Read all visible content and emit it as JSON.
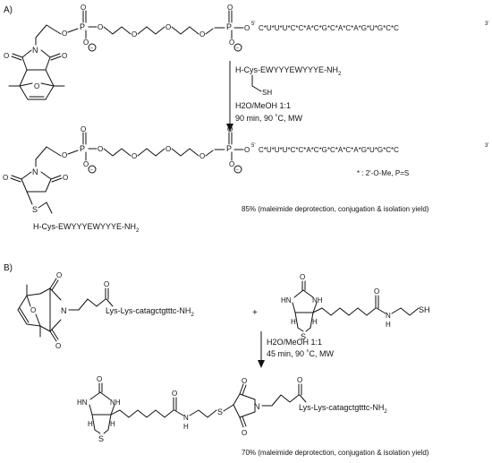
{
  "panel_a": {
    "label": "A)",
    "sequence": "C*U*U*U*C*C*A*C*G*C*A*C*A*G*U*G*C*C",
    "five_prime": "5'",
    "three_prime": "3'",
    "reagent_peptide": "H-Cys-EWYYYEWYYYE-NH",
    "reagent_sh": "SH",
    "conditions": [
      "H2O/MeOH 1:1",
      "90 min, 90 ˚C, MW"
    ],
    "product_peptide": "H-Cys-EWYYYEWYYYE-NH",
    "footnote": "* : 2'-O-Me, P=S",
    "yield": "85% (maleimide deprotection, conjugation & isolation yield)"
  },
  "panel_b": {
    "label": "B)",
    "reactant_chain": "Lys-Lys-catagctgtttc-NH",
    "plus": "+",
    "conditions": [
      "H2O/MeOH 1:1",
      "45 min, 90 ˚C, MW"
    ],
    "product_chain": "Lys-Lys-catagctgtttc-NH",
    "yield": "70% (maleimide deprotection, conjugation & isolation yield)"
  },
  "atoms": {
    "O": "O",
    "P": "P",
    "N": "N",
    "S": "S",
    "H": "H",
    "HN": "HN",
    "NH": "NH",
    "SH": "SH",
    "minus": "−",
    "sub2": "2"
  }
}
